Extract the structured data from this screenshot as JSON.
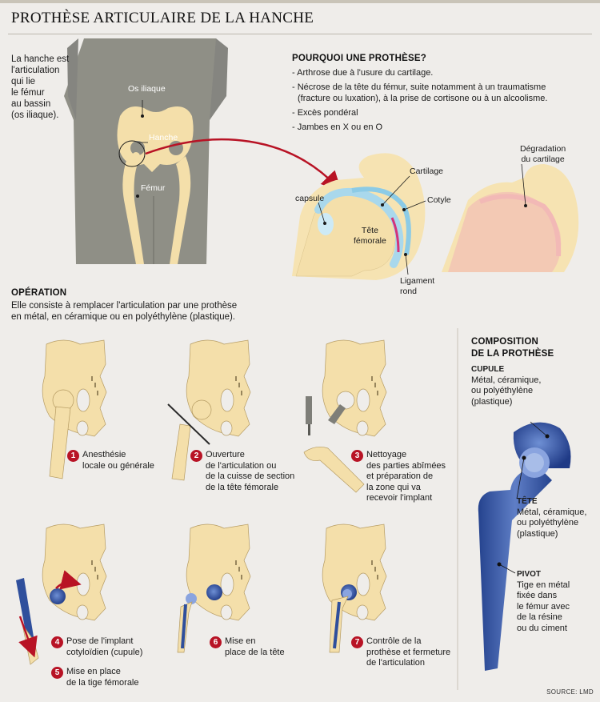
{
  "title": "PROTHÈSE ARTICULAIRE DE LA HANCHE",
  "intro": [
    "La hanche est",
    "l'articulation",
    "qui lie",
    "le fémur",
    "au bassin",
    "(os iliaque)."
  ],
  "body_labels": {
    "os_iliaque": "Os iliaque",
    "hanche": "Hanche",
    "femur": "Fémur"
  },
  "pourquoi": {
    "heading": "POURQUOI UNE PROTHÈSE?",
    "items": [
      [
        "- Arthrose due à l'usure du cartilage."
      ],
      [
        "- Nécrose de la tête du fémur, suite notamment à un traumatisme",
        "  (fracture ou luxation), à la prise de cortisone ou à un alcoolisme."
      ],
      [
        "- Excès pondéral"
      ],
      [
        "- Jambes en X ou en O"
      ]
    ]
  },
  "joint_labels": {
    "capsule": "capsule",
    "cartilage": "Cartilage",
    "cotyle": "Cotyle",
    "tete": [
      "Tête",
      "fémorale"
    ],
    "ligament": [
      "Ligament",
      "rond"
    ],
    "degradation": [
      "Dégradation",
      "du cartilage"
    ]
  },
  "operation": {
    "heading": "OPÉRATION",
    "text": [
      "Elle consiste à remplacer l'articulation par une prothèse",
      "en métal, en céramique ou en polyéthylène (plastique)."
    ],
    "steps": [
      {
        "n": "1",
        "lines": [
          "Anesthésie",
          "locale ou générale"
        ]
      },
      {
        "n": "2",
        "lines": [
          "Ouverture",
          "de l'articulation ou",
          "de la cuisse de section",
          "de la tête fémorale"
        ]
      },
      {
        "n": "3",
        "lines": [
          "Nettoyage",
          "des parties abîmées",
          "et préparation de",
          "la zone qui va",
          "recevoir l'implant"
        ]
      },
      {
        "n": "4",
        "lines": [
          "Pose de l'implant",
          "cotyloïdien (cupule)"
        ]
      },
      {
        "n": "5",
        "lines": [
          "Mise en place",
          "de la tige fémorale"
        ]
      },
      {
        "n": "6",
        "lines": [
          "Mise en",
          "place de la tête"
        ]
      },
      {
        "n": "7",
        "lines": [
          "Contrôle de la",
          "prothèse et fermeture",
          "de l'articulation"
        ]
      }
    ]
  },
  "composition": {
    "heading": [
      "COMPOSITION",
      "DE LA PROTHÈSE"
    ],
    "cupule": {
      "title": "CUPULE",
      "lines": [
        "Métal, céramique,",
        "ou polyéthylène",
        "(plastique)"
      ]
    },
    "tete": {
      "title": "TÊTE",
      "lines": [
        "Métal, céramique,",
        "ou polyéthylène",
        "(plastique)"
      ]
    },
    "pivot": {
      "title": "PIVOT",
      "lines": [
        "Tige en métal",
        "fixée dans",
        "le fémur avec",
        "de la résine",
        "ou du ciment"
      ]
    }
  },
  "source": "SOURCE: LMD",
  "colors": {
    "bone": "#f4dfaa",
    "body": "#8f8f86",
    "red": "#b81325",
    "cartilage": "#a9d8ec",
    "blue": "#2f4f9c",
    "cream": "#f6e3b2"
  }
}
